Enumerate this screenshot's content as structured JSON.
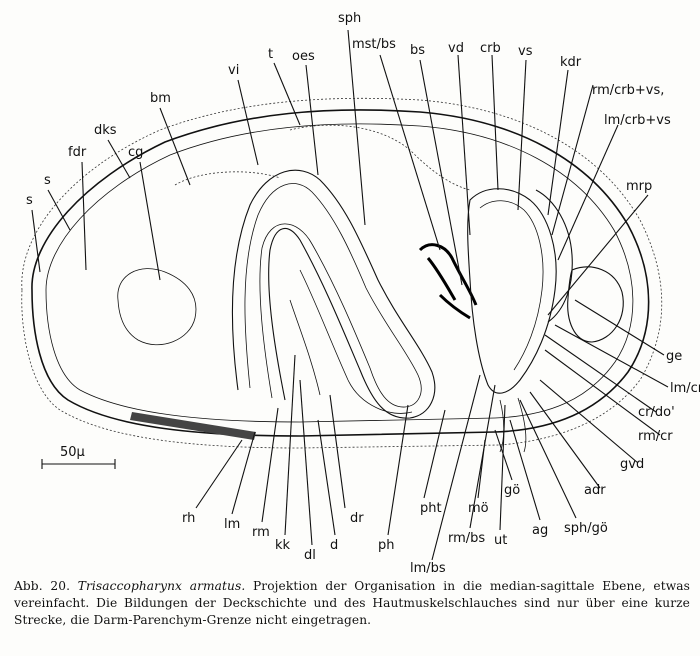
{
  "figure": {
    "labels": {
      "sph": "sph",
      "mst_bs": "mst/bs",
      "bs": "bs",
      "vd": "vd",
      "crb": "crb",
      "vs": "vs",
      "kdr": "kdr",
      "rm_crb_vs": "rm/crb+vs,",
      "lm_crb_vs": "lm/crb+vs",
      "mrp": "mrp",
      "vi": "vi",
      "t": "t",
      "oes": "oes",
      "bm": "bm",
      "dks": "dks",
      "cg": "cg",
      "fdr": "fdr",
      "s1": "s",
      "s2": "s",
      "ge": "ge",
      "lm_cr": "lm/cr",
      "cr_do": "cr/do'",
      "rm_cr": "rm/cr",
      "gvd": "gvd",
      "adr": "adr",
      "sph_go": "sph/gö",
      "ag": "ag",
      "ut": "ut",
      "rm_bs": "rm/bs",
      "go": "gö",
      "mo": "mö",
      "pht": "pht",
      "lm_bs": "lm/bs",
      "ph": "ph",
      "dr": "dr",
      "d": "d",
      "dl": "dl",
      "kk": "kk",
      "rm": "rm",
      "lm": "lm",
      "rh": "rh"
    },
    "scale_bar": "50μ"
  },
  "caption": {
    "prefix": "Abb. 20.",
    "species": "Trisaccopharynx armatus.",
    "text": "Projektion der Organisation in die median-sagittale Ebene, etwas vereinfacht. Die Bildungen der Deckschichte und des Hautmuskelschlauches sind nur über eine kurze Strecke, die Darm-Parenchym-Grenze nicht eingetragen."
  }
}
